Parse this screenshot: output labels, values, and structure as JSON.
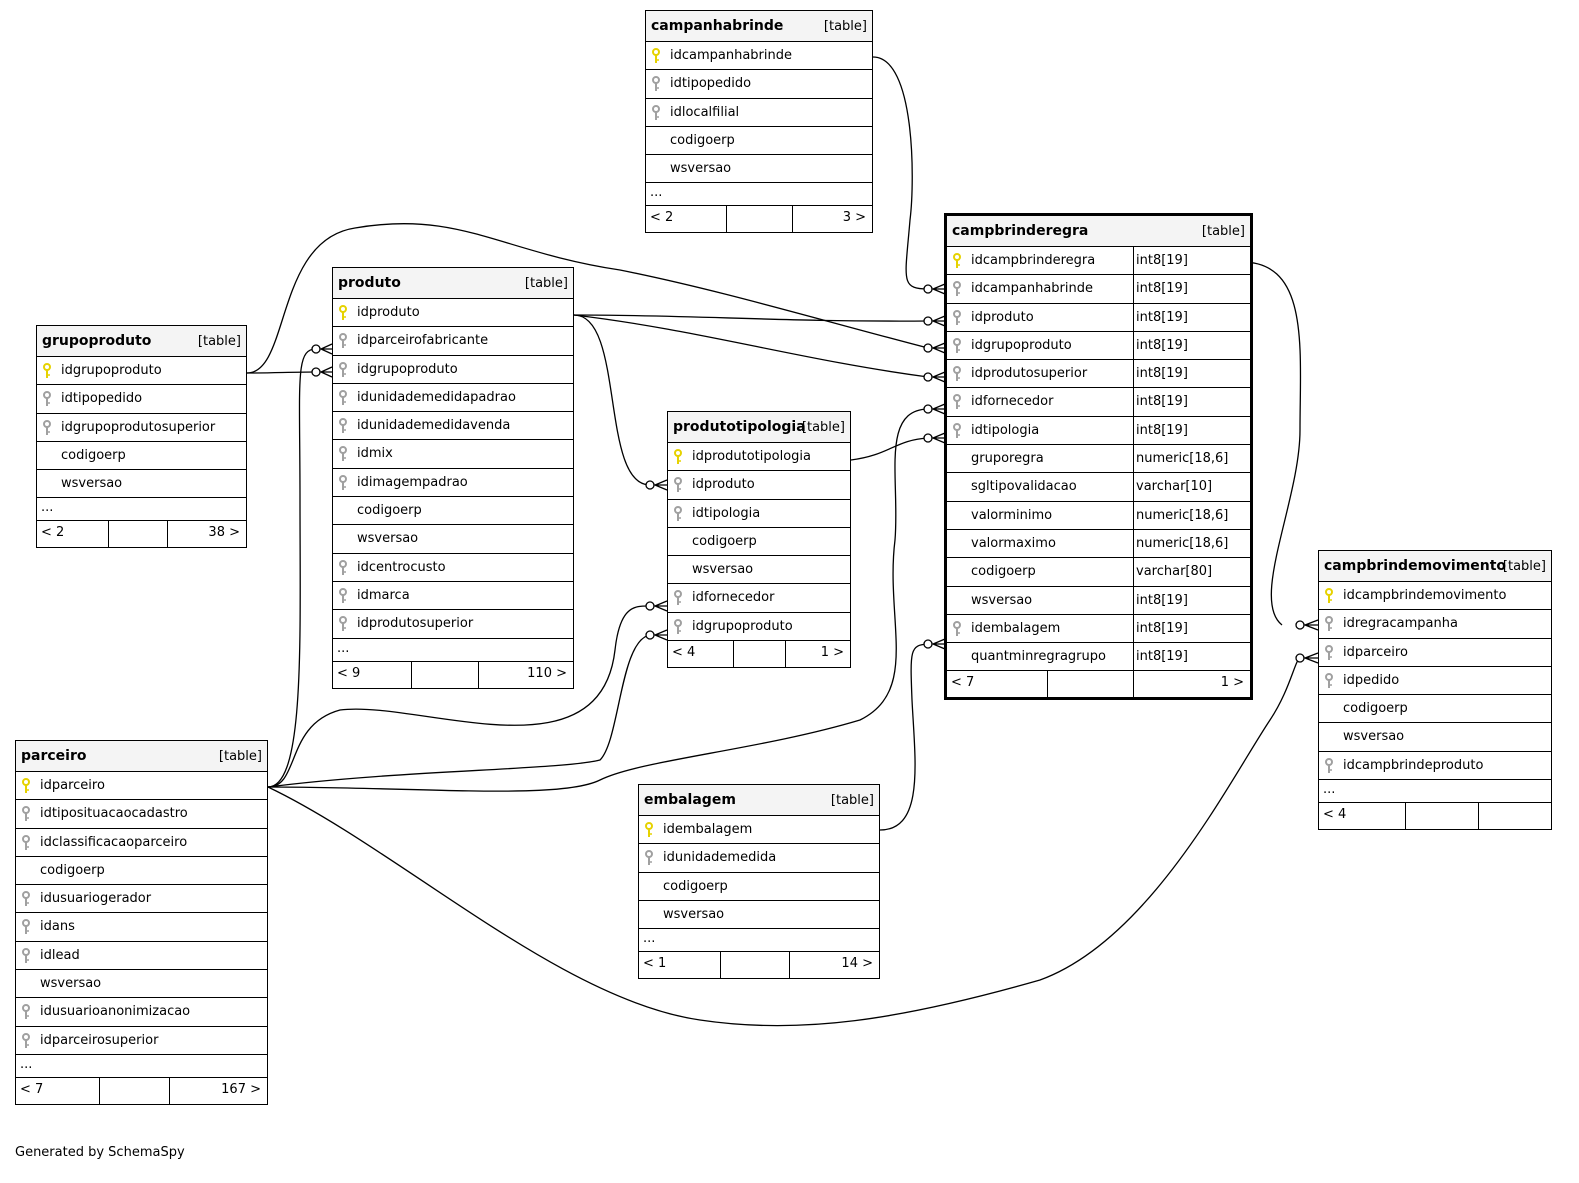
{
  "footer": "Generated by SchemaSpy",
  "tables": [
    {
      "id": "campanhabrinde",
      "name": "campanhabrinde",
      "label": "[table]",
      "columns": [
        {
          "name": "idcampanhabrinde",
          "key": "pk"
        },
        {
          "name": "idtipopedido",
          "key": "fk"
        },
        {
          "name": "idlocalfilial",
          "key": "fk"
        },
        {
          "name": "codigoerp",
          "key": ""
        },
        {
          "name": "wsversao",
          "key": ""
        }
      ],
      "ellipsis": "...",
      "nav": {
        "left": "< 2",
        "right": "3 >"
      }
    },
    {
      "id": "campbrinderegra",
      "name": "campbrinderegra",
      "label": "[table]",
      "focus": true,
      "columns": [
        {
          "name": "idcampbrinderegra",
          "key": "pk",
          "type": "int8[19]"
        },
        {
          "name": "idcampanhabrinde",
          "key": "fk",
          "type": "int8[19]"
        },
        {
          "name": "idproduto",
          "key": "fk",
          "type": "int8[19]"
        },
        {
          "name": "idgrupoproduto",
          "key": "fk",
          "type": "int8[19]"
        },
        {
          "name": "idprodutosuperior",
          "key": "fk",
          "type": "int8[19]"
        },
        {
          "name": "idfornecedor",
          "key": "fk",
          "type": "int8[19]"
        },
        {
          "name": "idtipologia",
          "key": "fk",
          "type": "int8[19]"
        },
        {
          "name": "gruporegra",
          "key": "",
          "type": "numeric[18,6]"
        },
        {
          "name": "sgltipovalidacao",
          "key": "",
          "type": "varchar[10]"
        },
        {
          "name": "valorminimo",
          "key": "",
          "type": "numeric[18,6]"
        },
        {
          "name": "valormaximo",
          "key": "",
          "type": "numeric[18,6]"
        },
        {
          "name": "codigoerp",
          "key": "",
          "type": "varchar[80]"
        },
        {
          "name": "wsversao",
          "key": "",
          "type": "int8[19]"
        },
        {
          "name": "idembalagem",
          "key": "fk",
          "type": "int8[19]"
        },
        {
          "name": "quantminregragrupo",
          "key": "",
          "type": "int8[19]"
        }
      ],
      "nav": {
        "left": "< 7",
        "right": "1 >"
      }
    },
    {
      "id": "produto",
      "name": "produto",
      "label": "[table]",
      "columns": [
        {
          "name": "idproduto",
          "key": "pk"
        },
        {
          "name": "idparceirofabricante",
          "key": "fk"
        },
        {
          "name": "idgrupoproduto",
          "key": "fk"
        },
        {
          "name": "idunidademedidapadrao",
          "key": "fk"
        },
        {
          "name": "idunidademedidavenda",
          "key": "fk"
        },
        {
          "name": "idmix",
          "key": "fk"
        },
        {
          "name": "idimagempadrao",
          "key": "fk"
        },
        {
          "name": "codigoerp",
          "key": ""
        },
        {
          "name": "wsversao",
          "key": ""
        },
        {
          "name": "idcentrocusto",
          "key": "fk"
        },
        {
          "name": "idmarca",
          "key": "fk"
        },
        {
          "name": "idprodutosuperior",
          "key": "fk"
        }
      ],
      "ellipsis": "...",
      "nav": {
        "left": "< 9",
        "right": "110 >"
      }
    },
    {
      "id": "grupoproduto",
      "name": "grupoproduto",
      "label": "[table]",
      "columns": [
        {
          "name": "idgrupoproduto",
          "key": "pk"
        },
        {
          "name": "idtipopedido",
          "key": "fk"
        },
        {
          "name": "idgrupoprodutosuperior",
          "key": "fk"
        },
        {
          "name": "codigoerp",
          "key": ""
        },
        {
          "name": "wsversao",
          "key": ""
        }
      ],
      "ellipsis": "...",
      "nav": {
        "left": "< 2",
        "right": "38 >"
      }
    },
    {
      "id": "produtotipologia",
      "name": "produtotipologia",
      "label": "[table]",
      "columns": [
        {
          "name": "idprodutotipologia",
          "key": "pk"
        },
        {
          "name": "idproduto",
          "key": "fk"
        },
        {
          "name": "idtipologia",
          "key": "fk"
        },
        {
          "name": "codigoerp",
          "key": ""
        },
        {
          "name": "wsversao",
          "key": ""
        },
        {
          "name": "idfornecedor",
          "key": "fk"
        },
        {
          "name": "idgrupoproduto",
          "key": "fk"
        }
      ],
      "nav": {
        "left": "< 4",
        "right": "1 >"
      }
    },
    {
      "id": "campbrindemovimento",
      "name": "campbrindemovimento",
      "label": "[table]",
      "columns": [
        {
          "name": "idcampbrindemovimento",
          "key": "pk"
        },
        {
          "name": "idregracampanha",
          "key": "fk"
        },
        {
          "name": "idparceiro",
          "key": "fk"
        },
        {
          "name": "idpedido",
          "key": "fk"
        },
        {
          "name": "codigoerp",
          "key": ""
        },
        {
          "name": "wsversao",
          "key": ""
        },
        {
          "name": "idcampbrindeproduto",
          "key": "fk"
        }
      ],
      "ellipsis": "...",
      "nav": {
        "left": "< 4",
        "right": ""
      }
    },
    {
      "id": "parceiro",
      "name": "parceiro",
      "label": "[table]",
      "columns": [
        {
          "name": "idparceiro",
          "key": "pk"
        },
        {
          "name": "idtiposituacaocadastro",
          "key": "fk"
        },
        {
          "name": "idclassificacaoparceiro",
          "key": "fk"
        },
        {
          "name": "codigoerp",
          "key": ""
        },
        {
          "name": "idusuariogerador",
          "key": "fk"
        },
        {
          "name": "idans",
          "key": "fk"
        },
        {
          "name": "idlead",
          "key": "fk"
        },
        {
          "name": "wsversao",
          "key": ""
        },
        {
          "name": "idusuarioanonimizacao",
          "key": "fk"
        },
        {
          "name": "idparceirosuperior",
          "key": "fk"
        }
      ],
      "ellipsis": "...",
      "nav": {
        "left": "< 7",
        "right": "167 >"
      }
    },
    {
      "id": "embalagem",
      "name": "embalagem",
      "label": "[table]",
      "columns": [
        {
          "name": "idembalagem",
          "key": "pk"
        },
        {
          "name": "idunidademedida",
          "key": "fk"
        },
        {
          "name": "codigoerp",
          "key": ""
        },
        {
          "name": "wsversao",
          "key": ""
        }
      ],
      "ellipsis": "...",
      "nav": {
        "left": "< 1",
        "right": "14 >"
      }
    }
  ],
  "colors": {
    "pk_key": "#e6d200",
    "fk_key": "#a0a0a0",
    "header_bg": "#f4f4f4",
    "line": "#000000"
  }
}
